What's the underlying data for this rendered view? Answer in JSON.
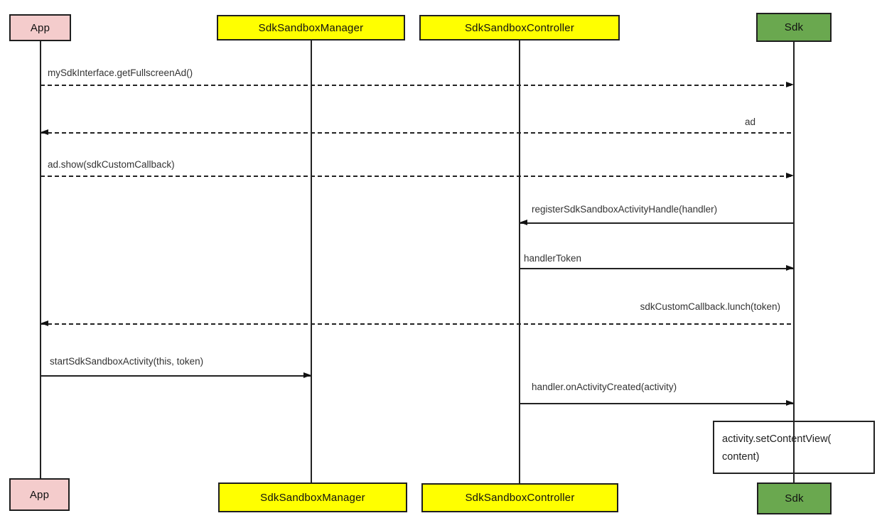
{
  "participants": [
    {
      "label": "App",
      "fill": "#f4cccc"
    },
    {
      "label": "SdkSandboxManager",
      "fill": "#ffff00"
    },
    {
      "label": "SdkSandboxController",
      "fill": "#ffff00"
    },
    {
      "label": "Sdk",
      "fill": "#6aa84f"
    }
  ],
  "messages": [
    {
      "label": "mySdkInterface.getFullscreenAd()",
      "from": "App",
      "to": "Sdk",
      "line": "dashed"
    },
    {
      "label": "ad",
      "from": "Sdk",
      "to": "App",
      "line": "dashed"
    },
    {
      "label": "ad.show(sdkCustomCallback)",
      "from": "App",
      "to": "Sdk",
      "line": "dashed"
    },
    {
      "label": "registerSdkSandboxActivityHandle(handler)",
      "from": "Sdk",
      "to": "SdkSandboxController",
      "line": "solid"
    },
    {
      "label": "handlerToken",
      "from": "SdkSandboxController",
      "to": "Sdk",
      "line": "solid"
    },
    {
      "label": "sdkCustomCallback.lunch(token)",
      "from": "Sdk",
      "to": "App",
      "line": "dashed"
    },
    {
      "label": "startSdkSandboxActivity(this, token)",
      "from": "App",
      "to": "SdkSandboxManager",
      "line": "solid"
    },
    {
      "label": "handler.onActivityCreated(activity)",
      "from": "SdkSandboxController",
      "to": "Sdk",
      "line": "solid"
    }
  ],
  "note": {
    "line1": "activity.setContentView(",
    "line2": "content)"
  },
  "colors": {
    "app_fill": "#f4cccc",
    "manager_fill": "#ffff00",
    "controller_fill": "#ffff00",
    "sdk_fill": "#6aa84f",
    "border": "#1f1f1f",
    "line": "#222222",
    "text": "#333333"
  }
}
